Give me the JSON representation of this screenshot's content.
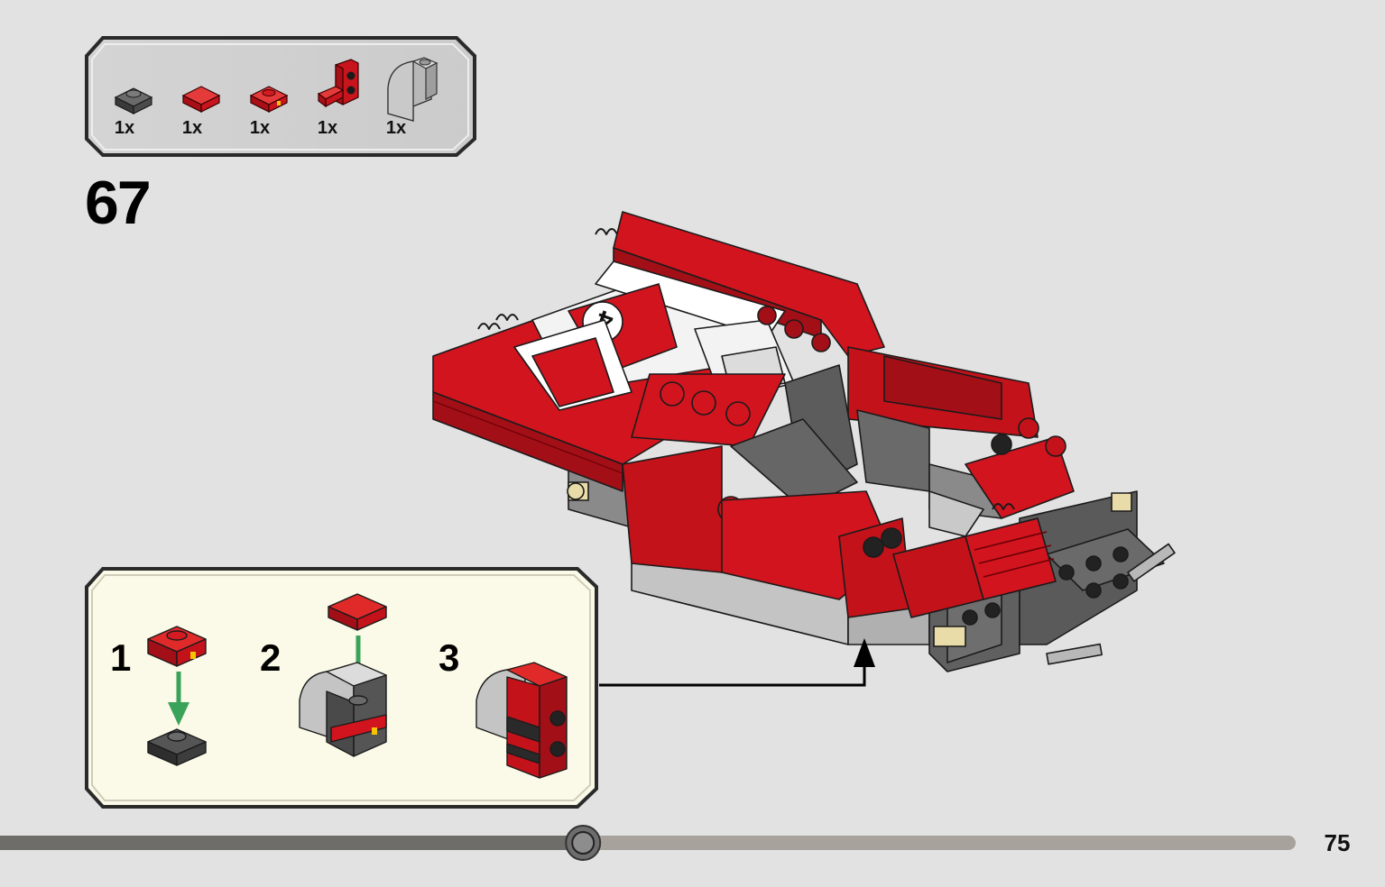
{
  "parts_list": {
    "items": [
      {
        "icon": "dark-gray-round-plate-1x1-icon",
        "quantity": "1x"
      },
      {
        "icon": "red-tile-1x1-icon",
        "quantity": "1x"
      },
      {
        "icon": "red-plate-1x1-printed-icon",
        "quantity": "1x"
      },
      {
        "icon": "red-bracket-1x1-icon",
        "quantity": "1x"
      },
      {
        "icon": "light-gray-curved-slope-icon",
        "quantity": "1x"
      }
    ]
  },
  "step": {
    "number": "67"
  },
  "sub_steps": [
    {
      "number": "1"
    },
    {
      "number": "2"
    },
    {
      "number": "3"
    }
  ],
  "page": {
    "number": "75",
    "progress": 0.45
  },
  "colors": {
    "page_bg": "#e2e2e2",
    "parts_box_bg": "#d0d0d0",
    "sub_box_bg": "#fbf9e7",
    "brick_red": "#d2141e",
    "arrow_green": "#3aa35a",
    "dark_gray": "#575757"
  }
}
